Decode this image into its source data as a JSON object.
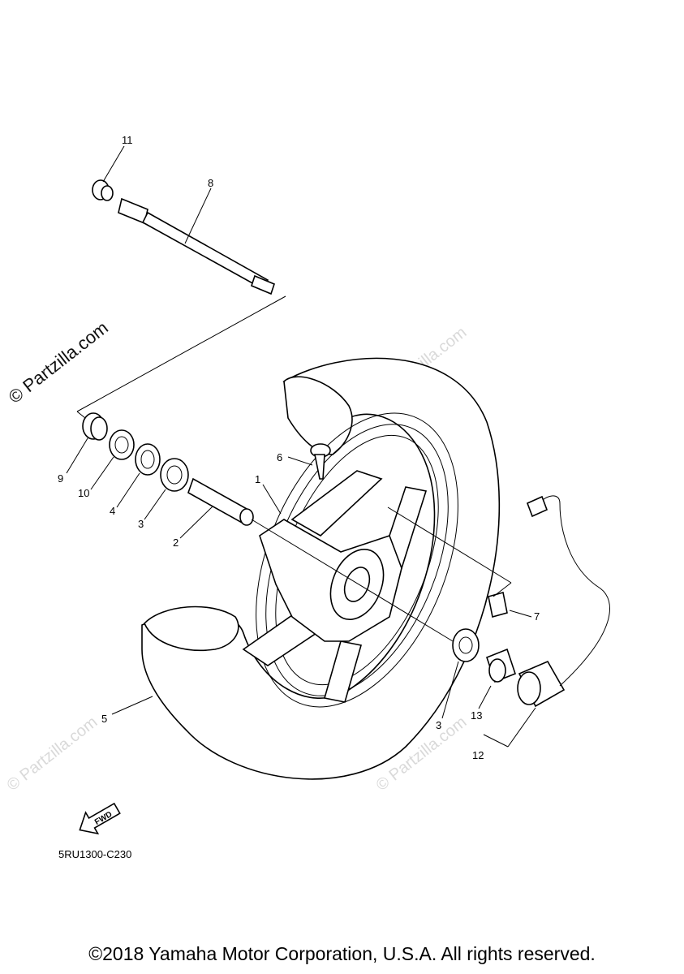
{
  "callouts": {
    "c1": "1",
    "c2": "2",
    "c3a": "3",
    "c3b": "3",
    "c4": "4",
    "c5": "5",
    "c6": "6",
    "c7": "7",
    "c8": "8",
    "c9": "9",
    "c10": "10",
    "c11": "11",
    "c12": "12",
    "c13": "13"
  },
  "fwd_label": "FWD",
  "watermark": {
    "main": "© Partzilla.com",
    "faint": "© Partzilla.com"
  },
  "doc_code": "5RU1300-C230",
  "copyright": "©2018 Yamaha Motor Corporation, U.S.A. All rights reserved.",
  "icons": [
    "wheel-drawing",
    "fwd-arrow-icon"
  ]
}
